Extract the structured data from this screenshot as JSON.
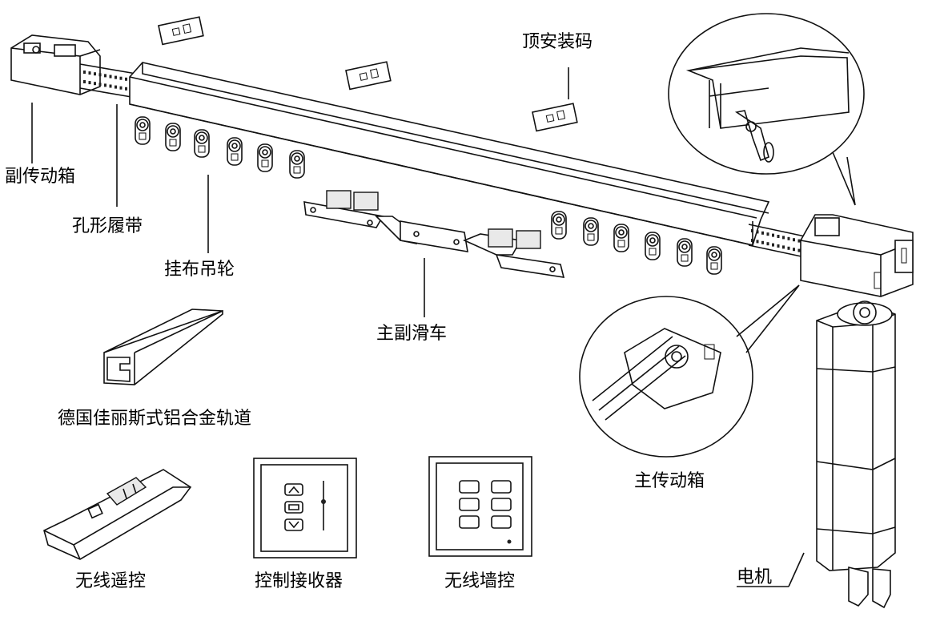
{
  "labels": {
    "sub_gearbox": "副传动箱",
    "perforated_belt": "孔形履带",
    "hanging_pulley": "挂布吊轮",
    "top_mount_bracket": "顶安装码",
    "main_sub_carriage": "主副滑车",
    "german_rail": "德国佳丽斯式铝合金轨道",
    "main_gearbox": "主传动箱",
    "wireless_remote": "无线遥控",
    "control_receiver": "控制接收器",
    "wireless_wall_switch": "无线墙控",
    "motor": "电机"
  }
}
